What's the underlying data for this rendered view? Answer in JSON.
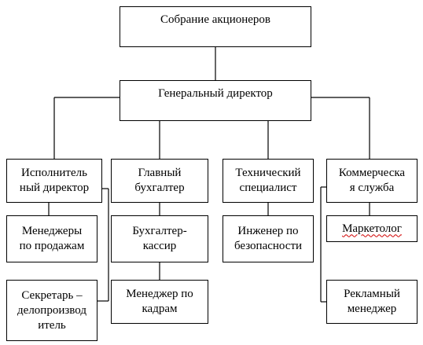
{
  "chart": {
    "shareholders": "Собрание акционеров",
    "ceo": "Генеральный директор",
    "executive_director": [
      "Исполнитель",
      "ный директор"
    ],
    "sales_managers": [
      "Менеджеры",
      "по продажам"
    ],
    "secretary": [
      "Секретарь –",
      "делопроизвод",
      "итель"
    ],
    "chief_accountant": [
      "Главный",
      "бухгалтер"
    ],
    "accountant_cashier": [
      "Бухгалтер-",
      "кассир"
    ],
    "hr_manager": [
      "Менеджер по",
      "кадрам"
    ],
    "technical_specialist": [
      "Технический",
      "специалист"
    ],
    "security_engineer": [
      "Инженер по",
      "безопасности"
    ],
    "commercial_service": [
      "Коммерческа",
      "я служба"
    ],
    "marketer": "Маркетолог",
    "advertising_manager": [
      "Рекламный",
      "менеджер"
    ]
  }
}
